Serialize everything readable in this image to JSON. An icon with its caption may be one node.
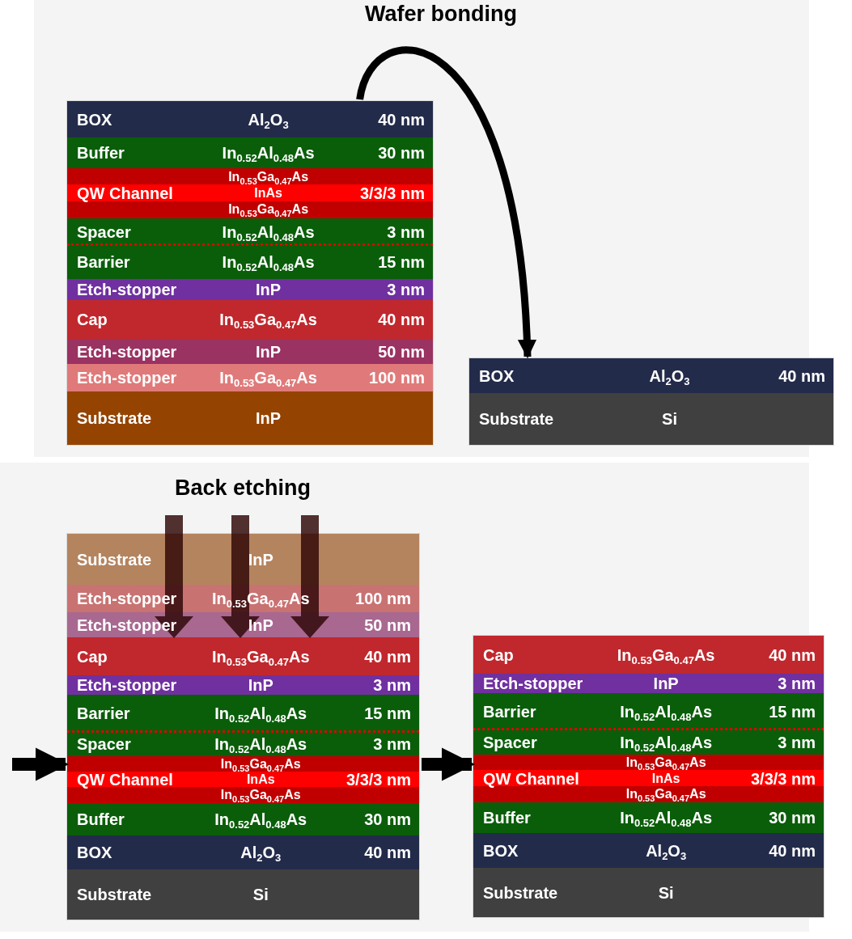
{
  "diagram": {
    "nodes": [
      {
        "text": [],
        "shape": "box"
      },
      {
        "text": [
          "BOX",
          "Al$_{2}$O$_{3}$",
          "40 nm"
        ],
        "in": 0
      },
      {
        "text": [
          "Buffer",
          "In$_{0.52}$Al$_{0.48}$As",
          "30 nm"
        ],
        "in": 0
      },
      {
        "text": [
          "In$_{0.53}$Ga$_{0.47}$As",
          "QW Channel",
          "InAs",
          "3/3/3 nm",
          "In$_{0.53}$Ga$_{0.47}$As"
        ],
        "in": 0
      },
      {
        "text": [
          "Spacer",
          "In$_{0.52}$Al$_{0.48}$As",
          "3 nm"
        ],
        "in": 0
      },
      {
        "text": [
          "Barrier",
          "In$_{0.52}$Al$_{0.48}$As",
          "15 nm"
        ],
        "in": 0
      },
      {
        "text": [
          "Etch-stopper",
          "InP",
          "3 nm"
        ],
        "in": 0
      },
      {
        "text": [
          "Cap",
          "In$_{0.53}$Ga$_{0.47}$As",
          "40 nm"
        ],
        "in": 0
      },
      {
        "text": [
          "Etch-stopper",
          "InP",
          "50 nm"
        ],
        "in": 0
      },
      {
        "text": [
          "Etch-stopper",
          "In$_{0.53}$Ga$_{0.47}$As",
          "100 nm"
        ],
        "in": 0
      },
      {
        "text": [
          "Substrate",
          "InP"
        ],
        "in": 0
      },
      {
        "text": [],
        "shape": "box"
      },
      {
        "text": [
          "BOX",
          "Al$_{2}$O$_{3}$",
          "40 nm"
        ],
        "in": 11
      },
      {
        "text": [
          "Substrate",
          "Si"
        ],
        "in": 11
      },
      {
        "text": [],
        "shape": "box"
      },
      {
        "text": [
          "Substrate",
          "InP"
        ],
        "in": 14
      },
      {
        "text": [
          "Etch-stopper",
          "In$_{0.53}$Ga$_{0.47}$As",
          "100 nm"
        ],
        "in": 14
      },
      {
        "text": [
          "Etch-stopper",
          "InP",
          "50 nm"
        ],
        "in": 14
      },
      {
        "text": [
          "Cap",
          "In$_{0.53}$Ga$_{0.47}$As",
          "40 nm"
        ],
        "in": 14
      },
      {
        "text": [
          "Etch-stopper",
          "InP",
          "3 nm"
        ],
        "in": 14
      },
      {
        "text": [
          "Barrier",
          "In$_{0.52}$Al$_{0.48}$As",
          "15 nm"
        ],
        "in": 14
      },
      {
        "text": [
          "Spacer",
          "In$_{0.52}$Al$_{0.48}$As",
          "3 nm"
        ],
        "in": 14
      },
      {
        "text": [
          "In$_{0.53}$Ga$_{0.47}$As",
          "QW Channel",
          "InAs",
          "3/3/3 nm",
          "In$_{0.53}$Ga$_{0.47}$As"
        ],
        "in": 14
      },
      {
        "text": [
          "Buffer",
          "In$_{0.52}$Al$_{0.48}$As",
          "30 nm"
        ],
        "in": 14
      },
      {
        "text": [
          "BOX",
          "Al$_{2}$O$_{3}$",
          "40 nm"
        ],
        "in": 14
      },
      {
        "text": [
          "Substrate",
          "Si"
        ],
        "in": 14
      },
      {
        "text": [],
        "shape": "box"
      },
      {
        "text": [
          "Cap",
          "In$_{0.53}$Ga$_{0.47}$As",
          "40 nm"
        ],
        "in": 26
      },
      {
        "text": [
          "Etch-stopper",
          "InP",
          "3 nm"
        ],
        "in": 26
      },
      {
        "text": [
          "Barrier",
          "In$_{0.52}$Al$_{0.48}$As",
          "15 nm"
        ],
        "in": 26
      },
      {
        "text": [
          "Spacer",
          "In$_{0.52}$Al$_{0.48}$As",
          "3 nm"
        ],
        "in": 26
      },
      {
        "text": [
          "In$_{0.53}$Ga$_{0.47}$As",
          "QW Channel",
          "InAs",
          "3/3/3 nm",
          "In$_{0.53}$Ga$_{0.47}$As"
        ],
        "in": 26
      },
      {
        "text": [
          "Buffer",
          "In$_{0.52}$Al$_{0.48}$As",
          "30 nm"
        ],
        "in": 26
      },
      {
        "text": [
          "BOX",
          "Al$_{2}$O$_{3}$",
          "40 nm"
        ],
        "in": 26
      },
      {
        "text": [
          "Substrate",
          "Si"
        ],
        "in": 26
      }
    ],
    "edges": [
      {
        "from": 0,
        "to": 11,
        "arrow": "to",
        "label": "Wafer bonding"
      },
      {
        "from": null,
        "to": 14,
        "arrow": "to"
      },
      {
        "from": 14,
        "to": 26,
        "arrow": "to"
      }
    ],
    "labels": [
      "Back etching"
    ]
  }
}
